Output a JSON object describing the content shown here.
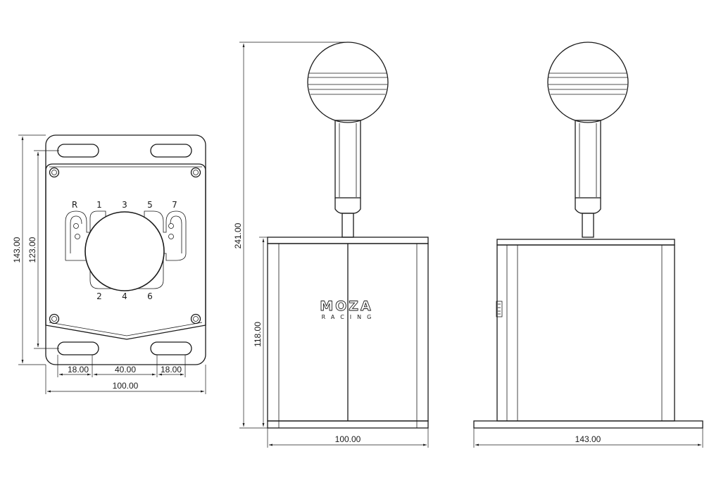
{
  "top_view": {
    "dim_height_outer": "143.00",
    "dim_height_inner": "123.00",
    "dim_slot_left": "18.00",
    "dim_slot_spacing": "40.00",
    "dim_slot_right": "18.00",
    "dim_width": "100.00",
    "gear_labels_top": [
      "R",
      "1",
      "3",
      "5",
      "7"
    ],
    "gear_labels_bottom": [
      "2",
      "4",
      "6"
    ]
  },
  "front_view": {
    "dim_total_height": "241.00",
    "dim_body_height": "118.00",
    "dim_width": "100.00",
    "brand_main": "MOZA",
    "brand_sub": "RACING"
  },
  "side_view": {
    "dim_width": "143.00"
  }
}
